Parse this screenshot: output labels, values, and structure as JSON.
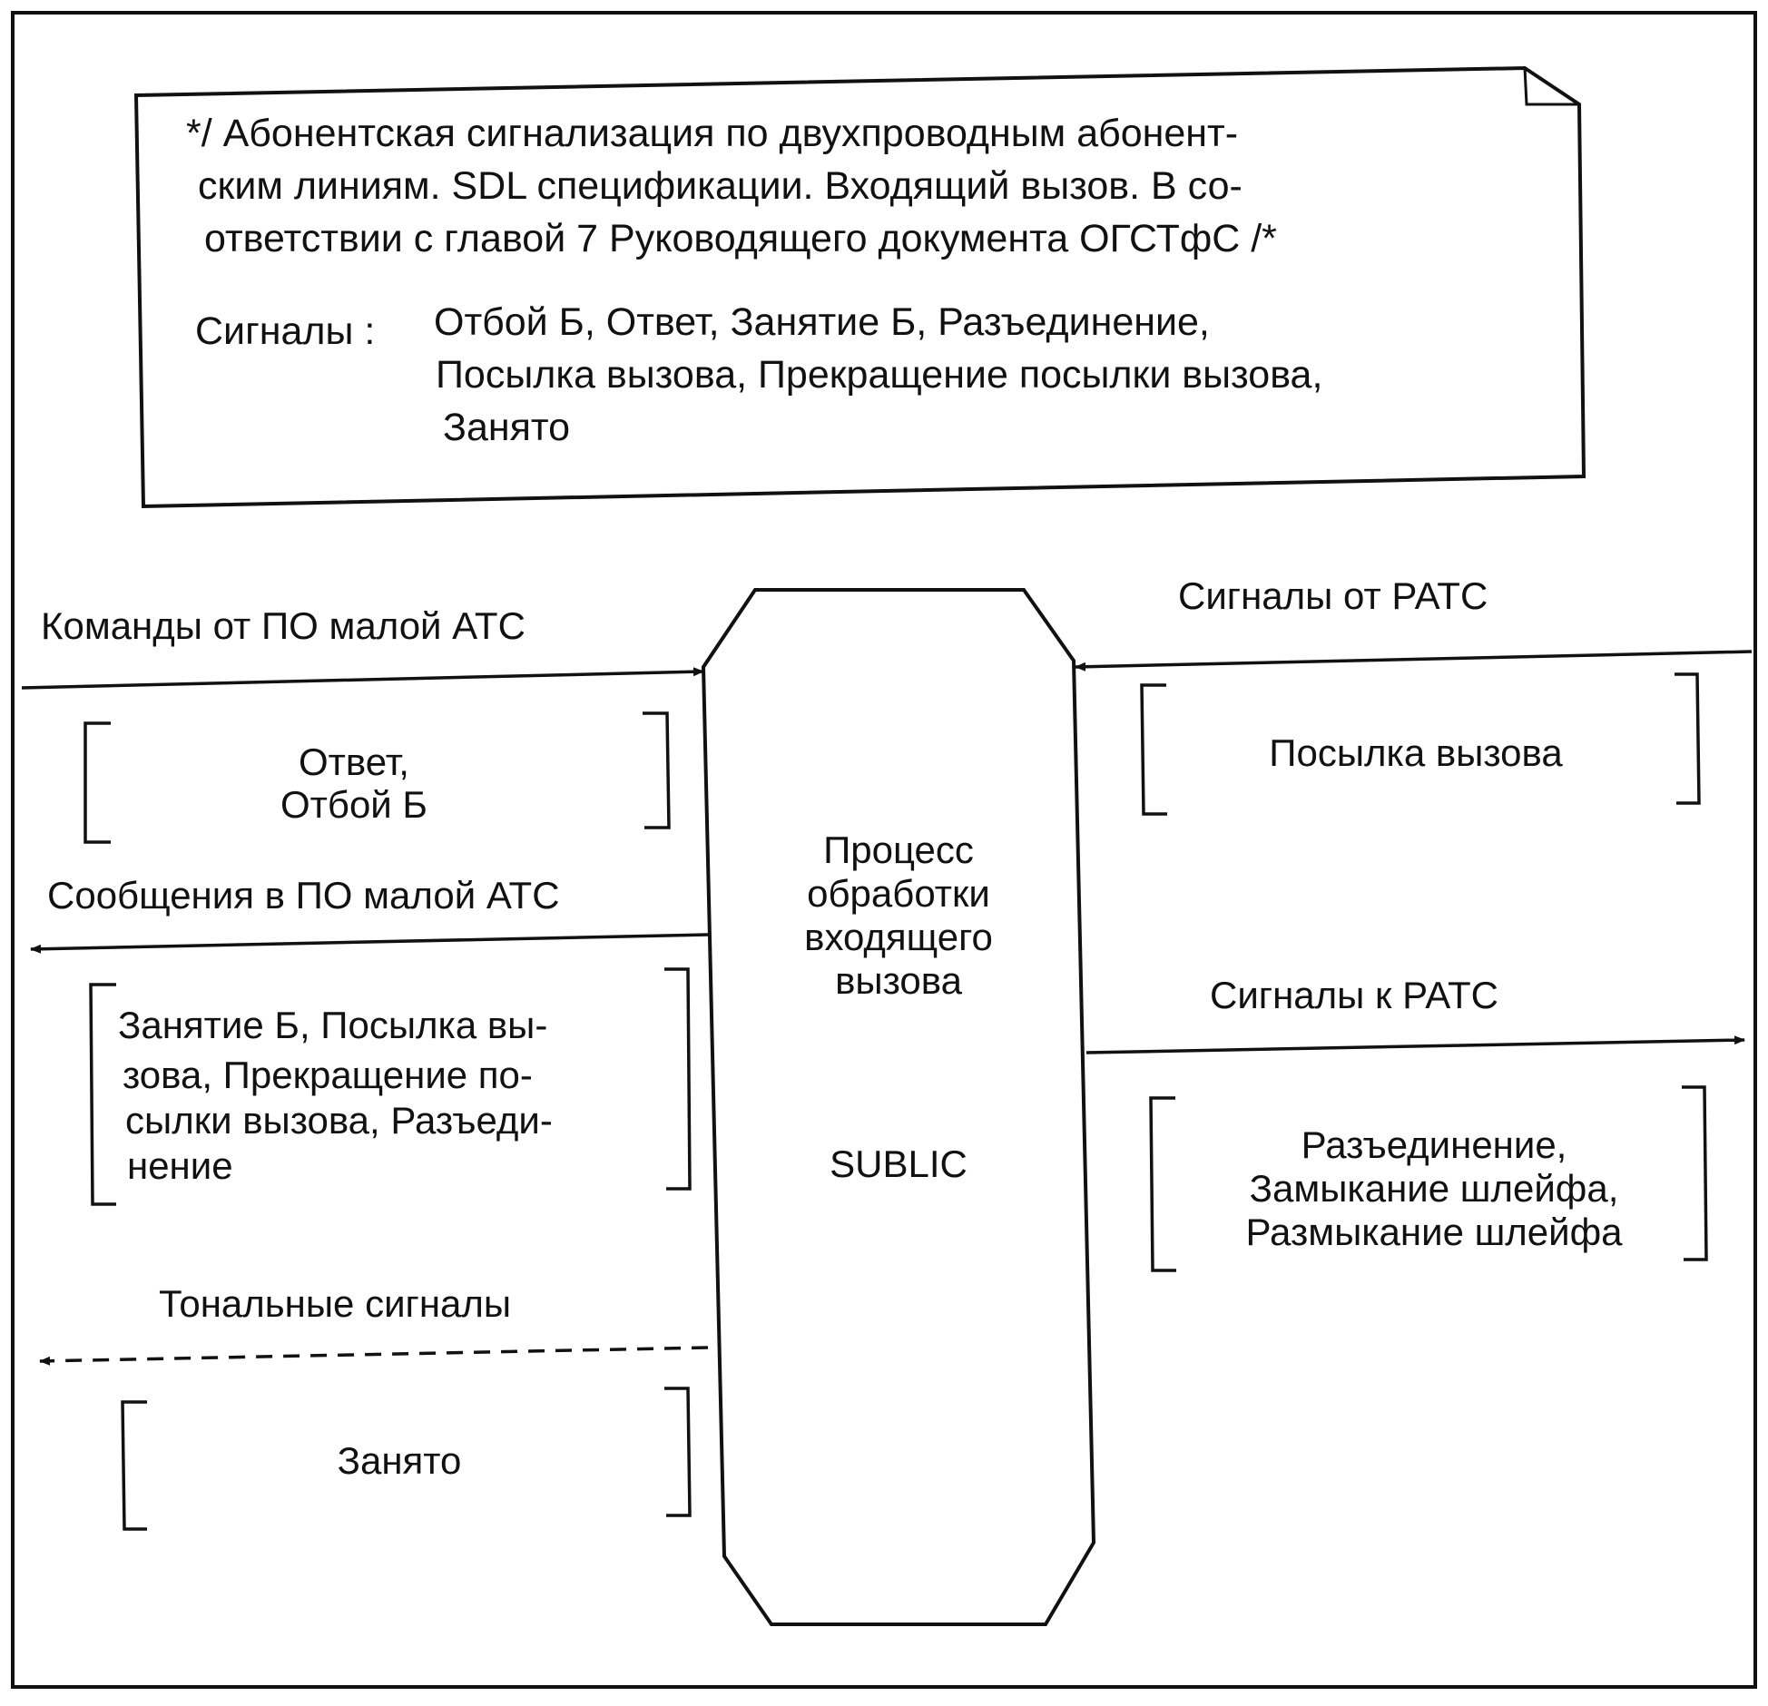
{
  "note": {
    "lines": [
      "*/ Абонентская сигнализация по двухпроводным абонент-",
      "ским линиям. SDL спецификации. Входящий вызов. В со-",
      "ответствии с главой 7 Руководящего документа ОГСТфС  /*"
    ],
    "signals_label": "Сигналы :",
    "signals_lines": [
      "Отбой Б, Ответ, Занятие Б, Разъединение,",
      "Посылка вызова, Прекращение посылки вызова,",
      "Занято"
    ]
  },
  "process": {
    "lines": [
      "Процесс",
      "обработки",
      "входящего",
      "вызова"
    ],
    "name": "SUBLIC"
  },
  "left": {
    "commands_label": "Команды от ПО малой АТС",
    "commands_list": [
      "Ответ,",
      "Отбой Б"
    ],
    "messages_label": "Сообщения в ПО малой АТС",
    "messages_list": [
      "Занятие Б, Посылка вы-",
      "зова, Прекращение по-",
      "сылки вызова, Разъеди-",
      "нение"
    ],
    "tones_label": "Тональные сигналы",
    "tones_list": [
      "Занято"
    ]
  },
  "right": {
    "from_label": "Сигналы от РАТС",
    "from_list": [
      "Посылка вызова"
    ],
    "to_label": "Сигналы к РАТС",
    "to_list": [
      "Разъединение,",
      "Замыкание шлейфа,",
      "Размыкание шлейфа"
    ]
  }
}
